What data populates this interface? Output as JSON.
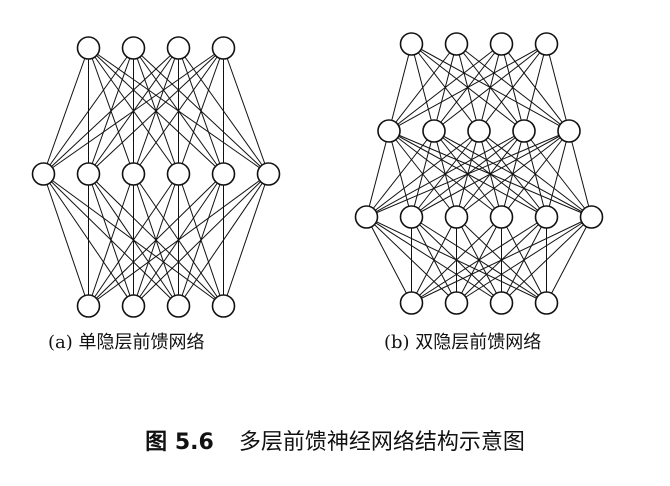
{
  "figure": {
    "label": "图 5.6",
    "title": "多层前馈神经网络结构示意图"
  },
  "networks": [
    {
      "id": "a",
      "caption": "(a) 单隐层前馈网络",
      "layer_sizes": [
        4,
        6,
        4
      ],
      "connectivity": "fully-connected"
    },
    {
      "id": "b",
      "caption": "(b) 双隐层前馈网络",
      "layer_sizes": [
        4,
        5,
        6,
        4
      ],
      "connectivity": "fully-connected"
    }
  ]
}
